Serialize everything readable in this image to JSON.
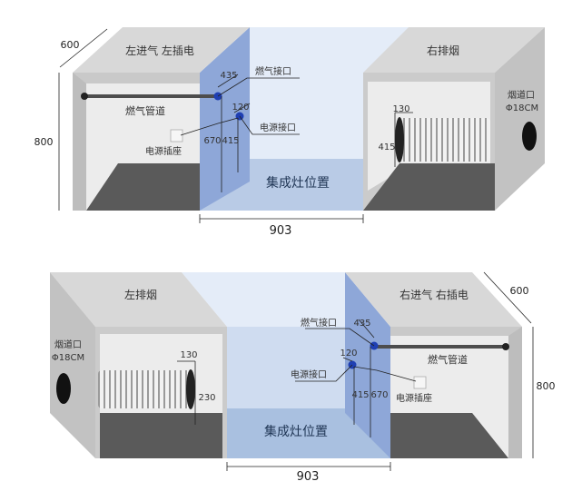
{
  "top": {
    "left_cab_title": "左进气 左插电",
    "right_cab_title": "右排烟",
    "stove_label": "集成灶位置",
    "gas_pipe": "燃气管道",
    "gas_port": "燃气接口",
    "power_port": "电源接口",
    "power_socket": "电源插座",
    "flue_label": "烟道口",
    "flue_size": "Φ18CM",
    "dim_depth": "600",
    "dim_height": "800",
    "dim_width": "903",
    "dim_gas_height": "670",
    "dim_power_height": "415",
    "dim_gas_offset": "435",
    "dim_power_offset": "120",
    "dim_duct_top": "130",
    "dim_duct_height": "415"
  },
  "bottom": {
    "left_cab_title": "左排烟",
    "right_cab_title": "右进气 右插电",
    "stove_label": "集成灶位置",
    "gas_pipe": "燃气管道",
    "gas_port": "燃气接口",
    "power_port": "电源接口",
    "power_socket": "电源插座",
    "flue_label": "烟道口",
    "flue_size": "Φ18CM",
    "dim_depth": "600",
    "dim_height": "800",
    "dim_width": "903",
    "dim_gas_height": "670",
    "dim_power_height": "415",
    "dim_gas_offset": "435",
    "dim_power_offset": "120",
    "dim_duct_top": "130",
    "dim_duct_height": "230"
  },
  "colors": {
    "cabinet_face": "#cfcfcf",
    "cabinet_top": "#d9d9d9",
    "cabinet_inner": "#e8e8e8",
    "cabinet_floor": "#5a5a5a",
    "stove_space": "#cfdcf0",
    "stove_floor": "#a9c0e0",
    "stove_wall": "#8fa6d6",
    "port_blue": "#1f3fb3",
    "pipe": "#4d4d4d"
  }
}
